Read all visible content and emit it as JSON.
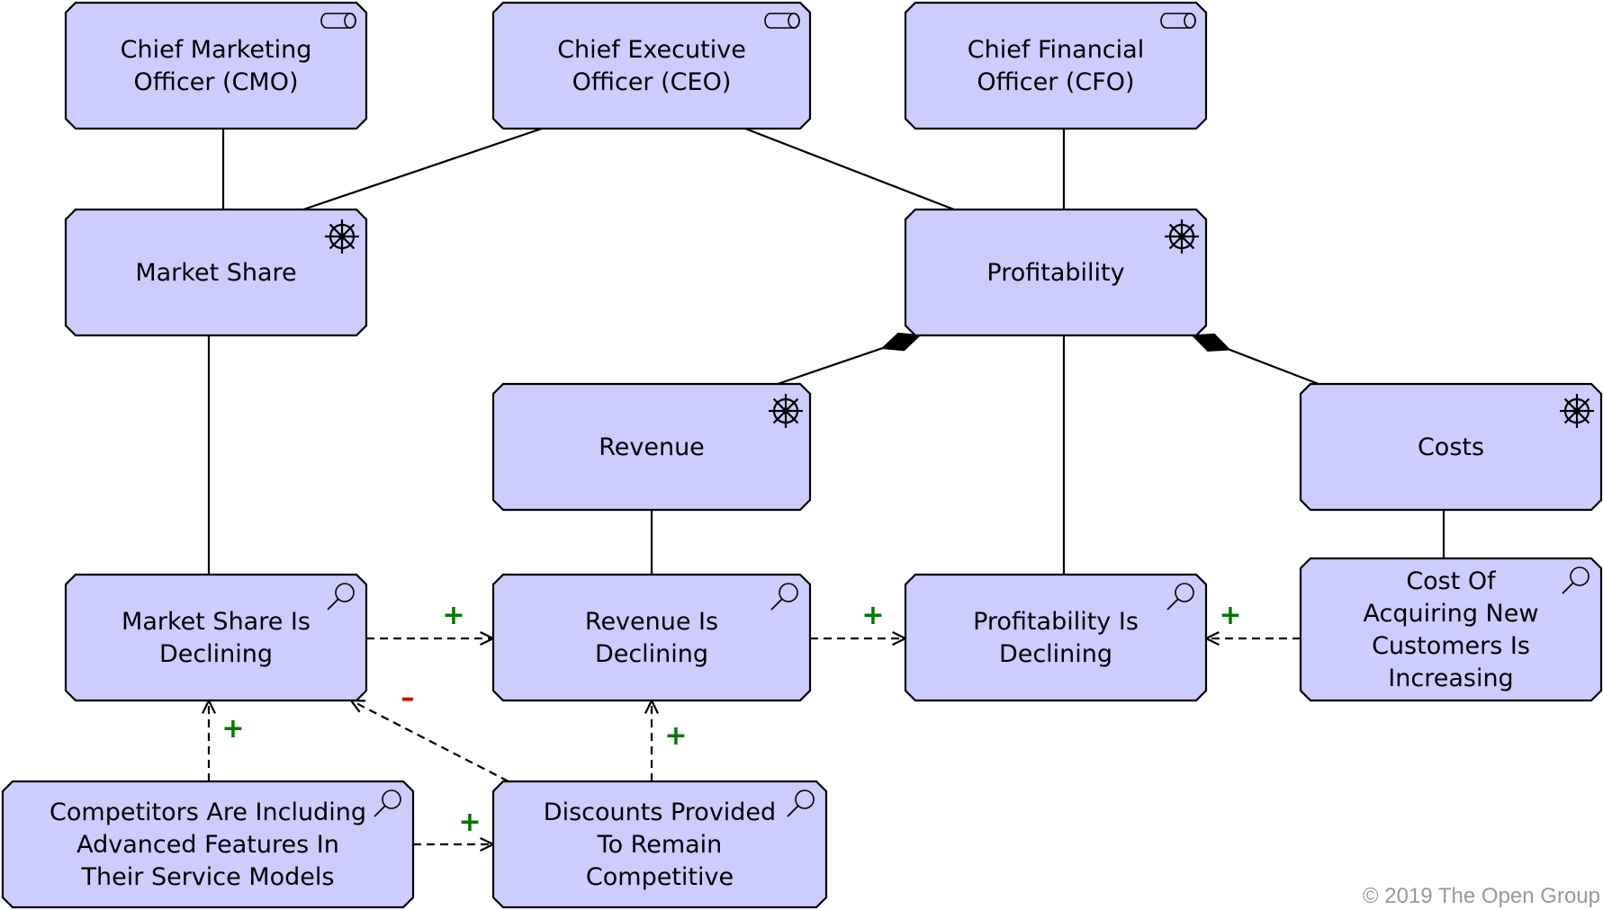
{
  "nodes": {
    "cmo": {
      "lines": [
        "Chief Marketing",
        "Officer (CMO)"
      ],
      "icon": "role-icon"
    },
    "ceo": {
      "lines": [
        "Chief Executive",
        "Officer (CEO)"
      ],
      "icon": "role-icon"
    },
    "cfo": {
      "lines": [
        "Chief Financial",
        "Officer (CFO)"
      ],
      "icon": "role-icon"
    },
    "market_share": {
      "lines": [
        "Market Share"
      ],
      "icon": "driver-icon"
    },
    "profitability": {
      "lines": [
        "Profitability"
      ],
      "icon": "driver-icon"
    },
    "revenue": {
      "lines": [
        "Revenue"
      ],
      "icon": "driver-icon"
    },
    "costs": {
      "lines": [
        "Costs"
      ],
      "icon": "driver-icon"
    },
    "market_share_declining": {
      "lines": [
        "Market Share Is",
        "Declining"
      ],
      "icon": "assessment-icon"
    },
    "revenue_declining": {
      "lines": [
        "Revenue Is",
        "Declining"
      ],
      "icon": "assessment-icon"
    },
    "profitability_declining": {
      "lines": [
        "Profitability Is",
        "Declining"
      ],
      "icon": "assessment-icon"
    },
    "cost_acquiring": {
      "lines": [
        "Cost Of",
        "Acquiring New",
        "Customers Is",
        "Increasing"
      ],
      "icon": "assessment-icon"
    },
    "competitors": {
      "lines": [
        "Competitors Are Including",
        "Advanced Features In",
        "Their Service Models"
      ],
      "icon": "assessment-icon"
    },
    "discounts": {
      "lines": [
        "Discounts Provided",
        "To Remain",
        "Competitive"
      ],
      "icon": "assessment-icon"
    }
  },
  "relations": [
    {
      "from": "cmo",
      "to": "market_share",
      "type": "association"
    },
    {
      "from": "ceo",
      "to": "market_share",
      "type": "association"
    },
    {
      "from": "ceo",
      "to": "profitability",
      "type": "association"
    },
    {
      "from": "cfo",
      "to": "profitability",
      "type": "association"
    },
    {
      "from": "market_share",
      "to": "market_share_declining",
      "type": "association"
    },
    {
      "from": "revenue",
      "to": "revenue_declining",
      "type": "association"
    },
    {
      "from": "profitability",
      "to": "profitability_declining",
      "type": "association"
    },
    {
      "from": "costs",
      "to": "cost_acquiring",
      "type": "association"
    },
    {
      "from": "profitability",
      "to": "revenue",
      "type": "composition"
    },
    {
      "from": "profitability",
      "to": "costs",
      "type": "composition"
    },
    {
      "from": "market_share_declining",
      "to": "revenue_declining",
      "type": "influence",
      "sign": "+"
    },
    {
      "from": "revenue_declining",
      "to": "profitability_declining",
      "type": "influence",
      "sign": "+"
    },
    {
      "from": "cost_acquiring",
      "to": "profitability_declining",
      "type": "influence",
      "sign": "+"
    },
    {
      "from": "competitors",
      "to": "market_share_declining",
      "type": "influence",
      "sign": "+"
    },
    {
      "from": "competitors",
      "to": "discounts",
      "type": "influence",
      "sign": "+"
    },
    {
      "from": "discounts",
      "to": "revenue_declining",
      "type": "influence",
      "sign": "+"
    },
    {
      "from": "discounts",
      "to": "market_share_declining",
      "type": "influence",
      "sign": "–"
    }
  ],
  "colors": {
    "element_fill": "#ccccff",
    "positive_sign": "#007700",
    "negative_sign": "#cc0000",
    "copyright_text": "#999999"
  },
  "copyright": "© 2019 The Open Group"
}
